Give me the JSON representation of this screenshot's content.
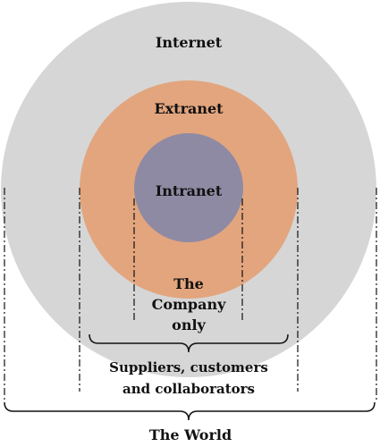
{
  "labels": {
    "internet": "Internet",
    "extranet": "Extranet",
    "intranet": "Intranet",
    "company_line1": "The",
    "company_line2": "Company",
    "company_line3": "only",
    "suppliers_line1": "Suppliers, customers",
    "suppliers_line2": "and collaborators",
    "world": "The World"
  },
  "colors": {
    "internet": "#d6d6d6",
    "extranet": "#e3a57e",
    "intranet": "#8f8aa3",
    "lines": "#111111"
  }
}
